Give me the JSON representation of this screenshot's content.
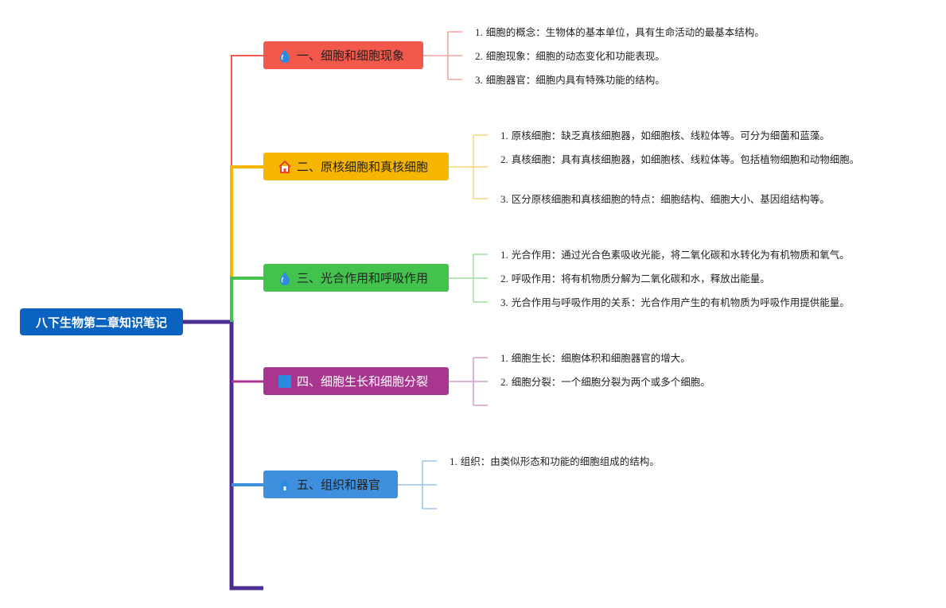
{
  "root": {
    "title": "八下生物第二章知识笔记"
  },
  "colors": {
    "trunk": "#4a2f91",
    "b1": "#f2594b",
    "b2": "#f6b500",
    "b3": "#43c24d",
    "b4": "#a8368f",
    "b5": "#3f8fdf"
  },
  "branches": [
    {
      "title": "一、细胞和细胞现象",
      "icon": "water-drop-icon",
      "items": [
        {
          "num": "1.",
          "text": "细胞的概念：生物体的基本单位，具有生命活动的最基本结构。"
        },
        {
          "num": "2.",
          "text": "细胞现象：细胞的动态变化和功能表现。"
        },
        {
          "num": "3.",
          "text": "细胞器官：细胞内具有特殊功能的结构。"
        }
      ]
    },
    {
      "title": "二、原核细胞和真核细胞",
      "icon": "house-icon",
      "items": [
        {
          "num": "1.",
          "text": "原核细胞：缺乏真核细胞器，如细胞核、线粒体等。可分为细菌和蓝藻。"
        },
        {
          "num": "2.",
          "text": "真核细胞：具有真核细胞器，如细胞核、线粒体等。包括植物细胞和动物细胞。"
        },
        {
          "num": "3.",
          "text": "区分原核细胞和真核细胞的特点：细胞结构、细胞大小、基因组结构等。"
        }
      ]
    },
    {
      "title": "三、光合作用和呼吸作用",
      "icon": "water-drop-icon",
      "items": [
        {
          "num": "1.",
          "text": "光合作用：通过光合色素吸收光能，将二氧化碳和水转化为有机物质和氧气。"
        },
        {
          "num": "2.",
          "text": "呼吸作用：将有机物质分解为二氧化碳和水，释放出能量。"
        },
        {
          "num": "3.",
          "text": "光合作用与呼吸作用的关系：光合作用产生的有机物质为呼吸作用提供能量。"
        }
      ]
    },
    {
      "title": "四、细胞生长和细胞分裂",
      "icon": "flag-icon",
      "items": [
        {
          "num": "1.",
          "text": "细胞生长：细胞体积和细胞器官的增大。"
        },
        {
          "num": "2.",
          "text": "细胞分裂：一个细胞分裂为两个或多个细胞。"
        }
      ]
    },
    {
      "title": "五、组织和器官",
      "icon": "house-icon",
      "items": [
        {
          "num": "1.",
          "text": "组织：由类似形态和功能的细胞组成的结构。"
        }
      ]
    }
  ]
}
